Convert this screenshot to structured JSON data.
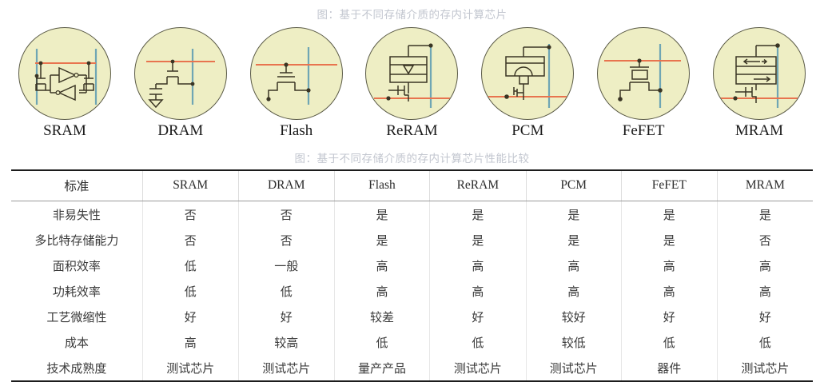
{
  "captions": {
    "figure": "图：基于不同存储介质的存内计算芯片",
    "table": "图：基于不同存储介质的存内计算芯片性能比较"
  },
  "colors": {
    "circle_fill": "#eeeec4",
    "circle_stroke": "#5a5a46",
    "wordline": "#e8744f",
    "bitline": "#6fa6b4",
    "circuit": "#3a3524",
    "caption_text": "#c2c6cf",
    "rule_dark": "#1c1c1c"
  },
  "figure": {
    "cells": [
      {
        "label": "SRAM",
        "icon": "sram-cell-icon"
      },
      {
        "label": "DRAM",
        "icon": "dram-cell-icon"
      },
      {
        "label": "Flash",
        "icon": "flash-cell-icon"
      },
      {
        "label": "ReRAM",
        "icon": "reram-cell-icon"
      },
      {
        "label": "PCM",
        "icon": "pcm-cell-icon"
      },
      {
        "label": "FeFET",
        "icon": "fefet-cell-icon"
      },
      {
        "label": "MRAM",
        "icon": "mram-cell-icon"
      }
    ]
  },
  "table": {
    "headers": [
      "标准",
      "SRAM",
      "DRAM",
      "Flash",
      "ReRAM",
      "PCM",
      "FeFET",
      "MRAM"
    ],
    "rows": [
      {
        "criterion": "非易失性",
        "values": [
          "否",
          "否",
          "是",
          "是",
          "是",
          "是",
          "是"
        ]
      },
      {
        "criterion": "多比特存储能力",
        "values": [
          "否",
          "否",
          "是",
          "是",
          "是",
          "是",
          "否"
        ]
      },
      {
        "criterion": "面积效率",
        "values": [
          "低",
          "一般",
          "高",
          "高",
          "高",
          "高",
          "高"
        ]
      },
      {
        "criterion": "功耗效率",
        "values": [
          "低",
          "低",
          "高",
          "高",
          "高",
          "高",
          "高"
        ]
      },
      {
        "criterion": "工艺微缩性",
        "values": [
          "好",
          "好",
          "较差",
          "好",
          "较好",
          "好",
          "好"
        ]
      },
      {
        "criterion": "成本",
        "values": [
          "高",
          "较高",
          "低",
          "低",
          "较低",
          "低",
          "低"
        ]
      },
      {
        "criterion": "技术成熟度",
        "values": [
          "测试芯片",
          "测试芯片",
          "量产产品",
          "测试芯片",
          "测试芯片",
          "器件",
          "测试芯片"
        ]
      }
    ]
  }
}
